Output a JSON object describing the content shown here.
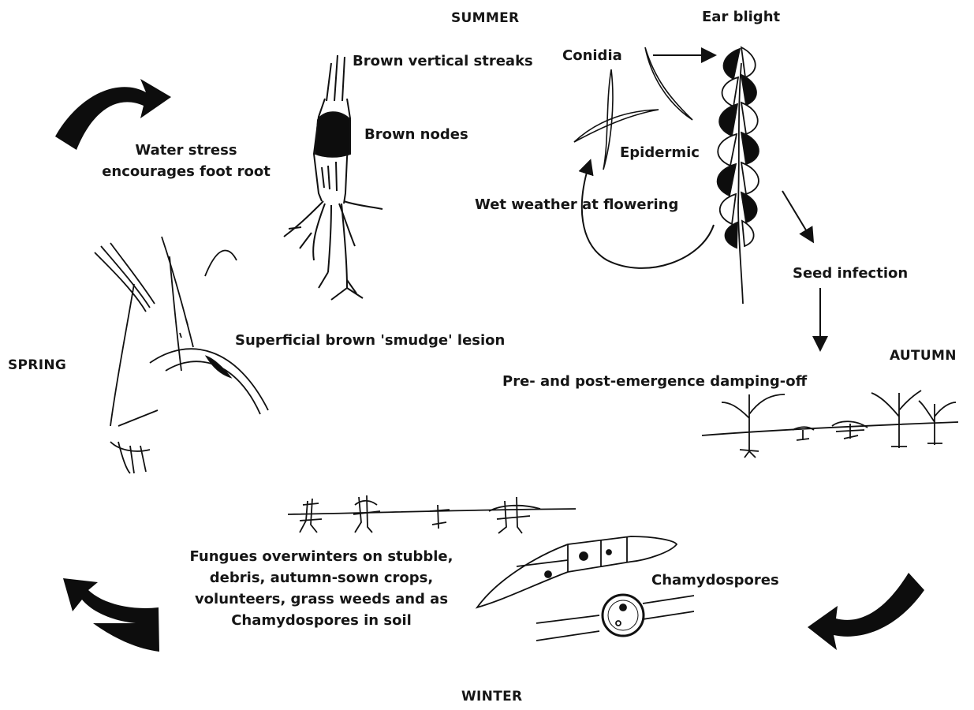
{
  "seasons": {
    "summer": "SUMMER",
    "autumn": "AUTUMN",
    "winter": "WINTER",
    "spring": "SPRING"
  },
  "labels": {
    "ear_blight": "Ear blight",
    "conidia": "Conidia",
    "brown_streaks": "Brown vertical streaks",
    "brown_nodes": "Brown nodes",
    "epidermic": "Epidermic",
    "water_stress": [
      "Water stress",
      "encourages foot root"
    ],
    "wet_weather": "Wet weather at flowering",
    "seed_infection": "Seed infection",
    "smudge_lesion": "Superficial brown 'smudge' lesion",
    "damping_off": "Pre- and post-emergence damping-off",
    "overwinter": [
      "Fungues overwinters on stubble,",
      "debris, autumn-sown crops,",
      "volunteers, grass weeds and as",
      "Chamydospores in soil"
    ],
    "chlamydospores": "Chamydospores"
  },
  "colors": {
    "ink": "#111111",
    "background": "#ffffff"
  }
}
